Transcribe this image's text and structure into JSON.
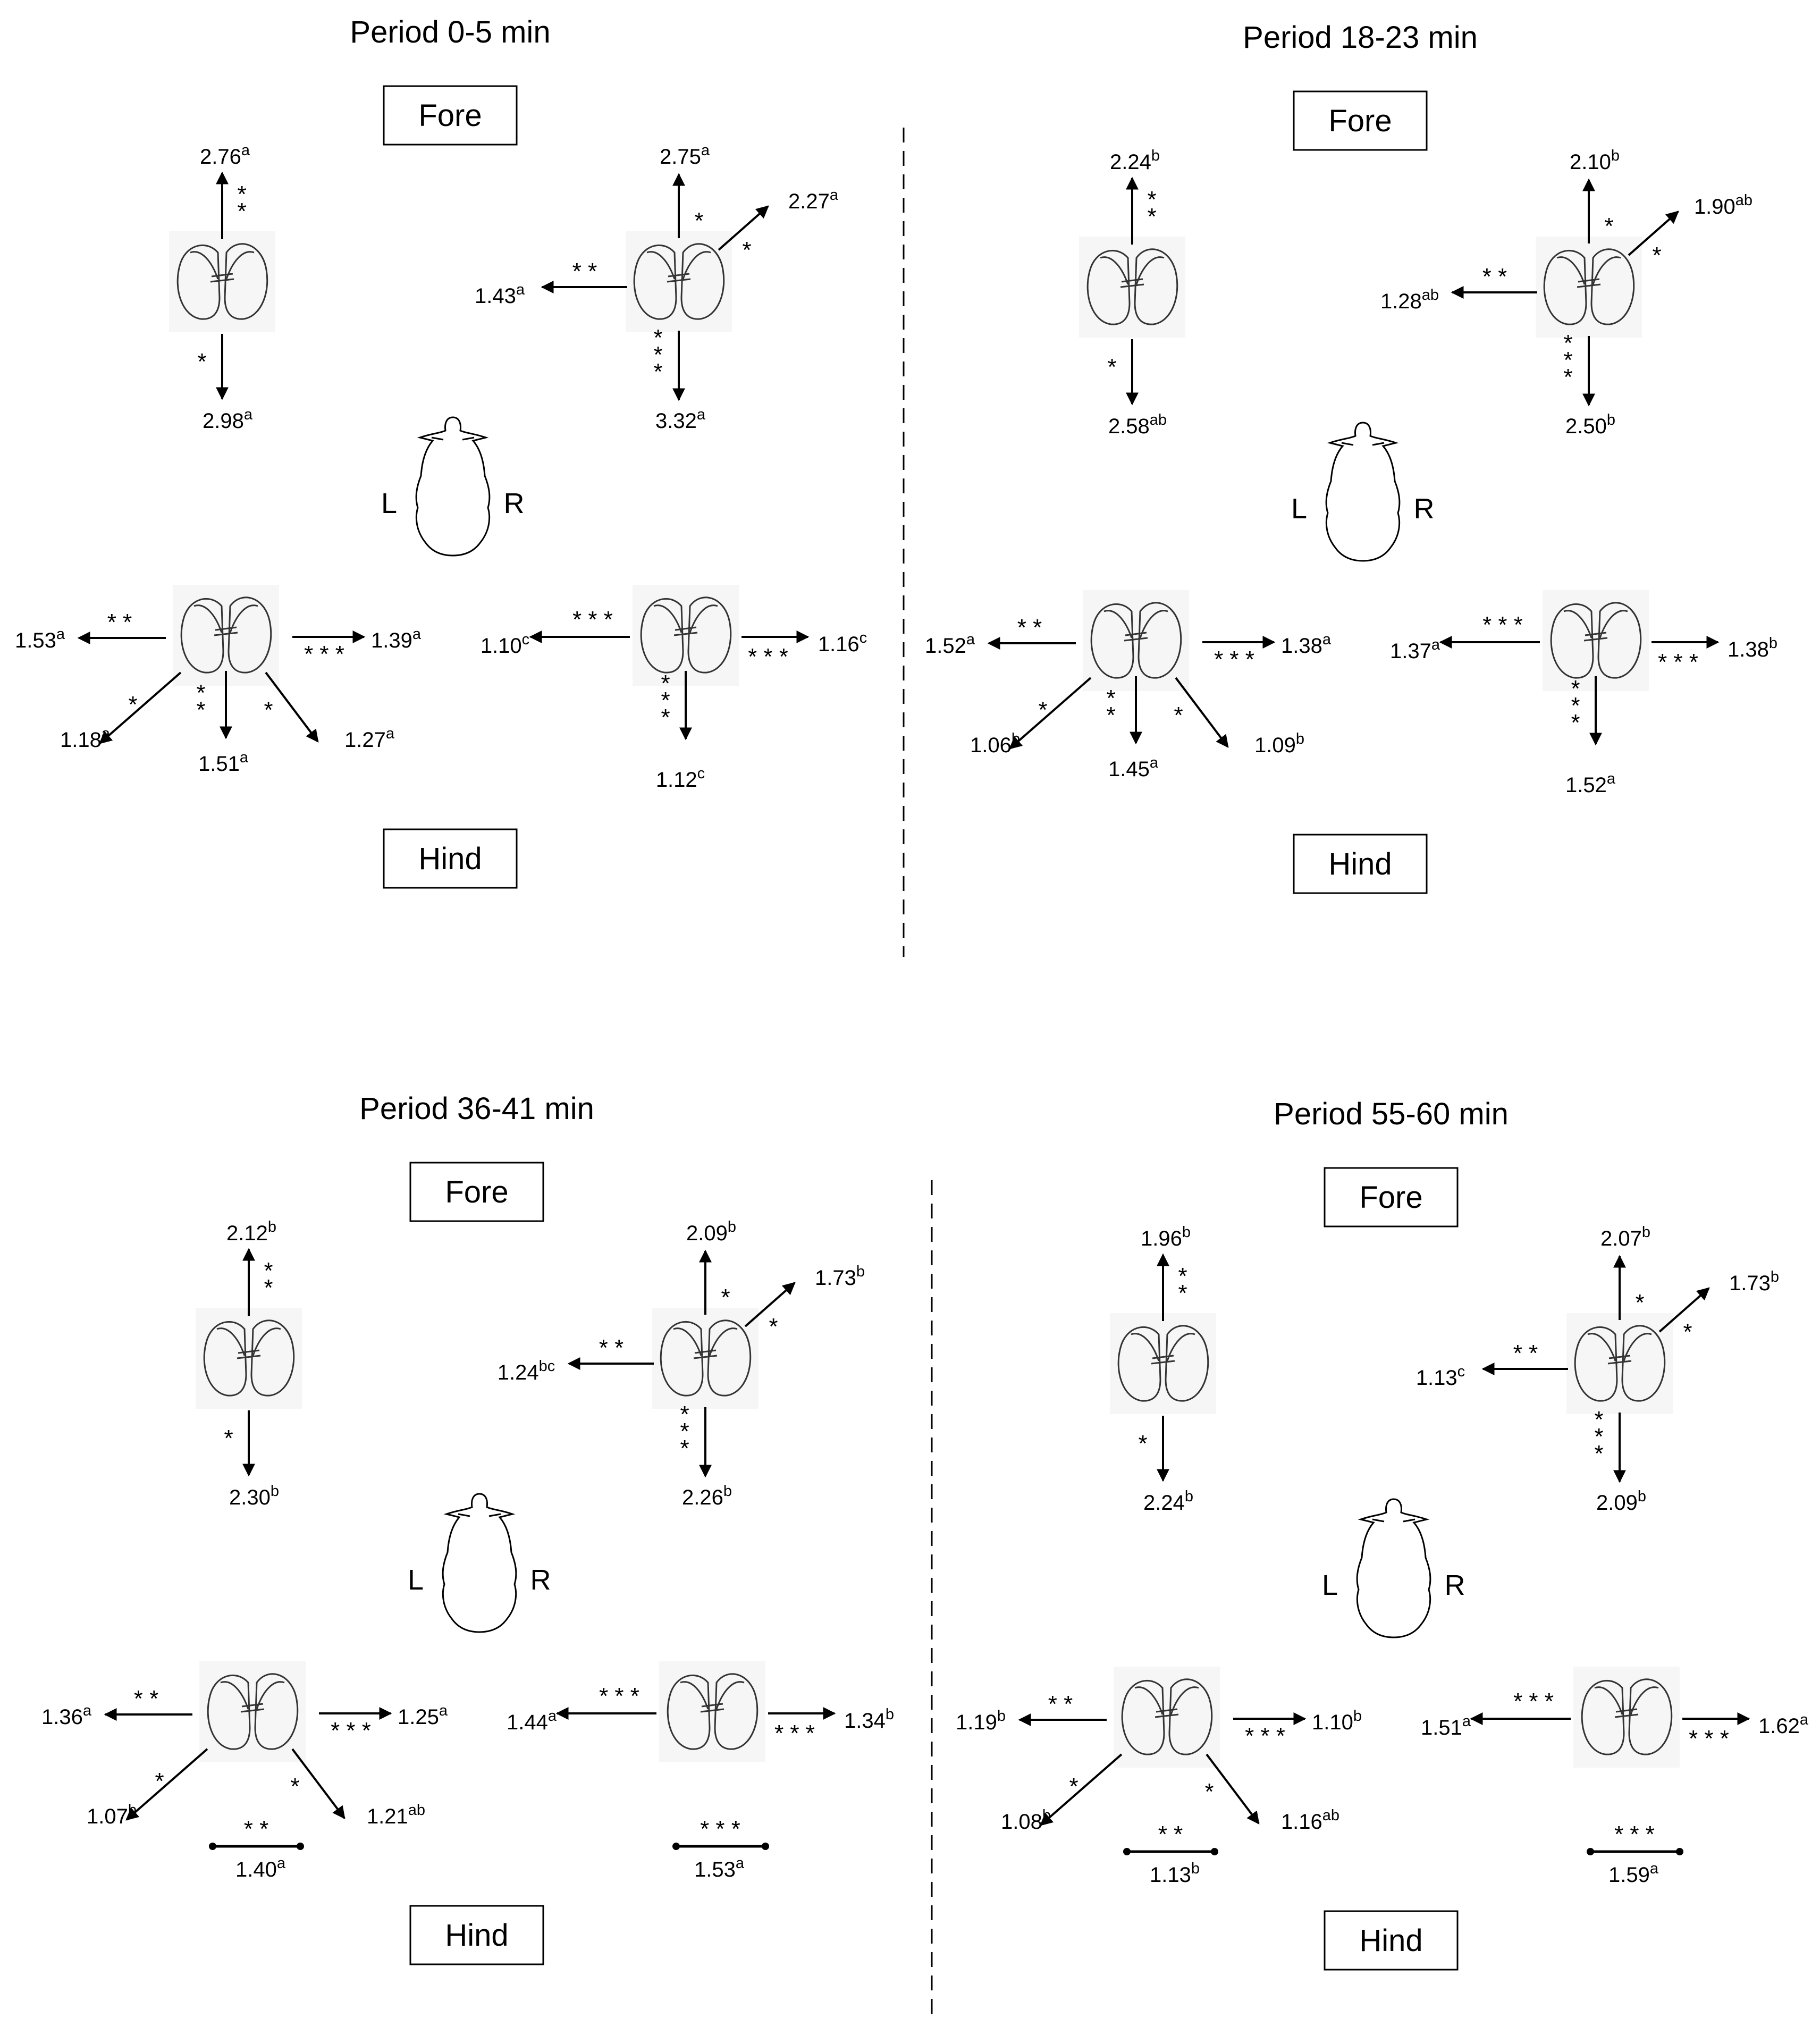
{
  "panels": [
    {
      "title": "Period 0-5 min",
      "fore_label": "Fore",
      "hind_label": "Hind",
      "left_label": "L",
      "right_label": "R",
      "fore_left": {
        "up": {
          "value": "2.76",
          "sup": "a",
          "stars": "* *"
        },
        "down": {
          "value": "2.98",
          "sup": "a",
          "stars": "*"
        }
      },
      "fore_right": {
        "up": {
          "value": "2.75",
          "sup": "a",
          "stars": "*"
        },
        "diag": {
          "value": "2.27",
          "sup": "a",
          "stars": "*"
        },
        "left": {
          "value": "1.43",
          "sup": "a",
          "stars": "* *"
        },
        "down": {
          "value": "3.32",
          "sup": "a",
          "stars": "* * *"
        }
      },
      "hind_left": {
        "left": {
          "value": "1.53",
          "sup": "a",
          "stars": "* *"
        },
        "right": {
          "value": "1.39",
          "sup": "a",
          "stars": "* * *"
        },
        "down_left": {
          "value": "1.18",
          "sup": "a",
          "stars": "*"
        },
        "down": {
          "value": "1.51",
          "sup": "a",
          "stars": "* *"
        },
        "down_right": {
          "value": "1.27",
          "sup": "a",
          "stars": "*"
        }
      },
      "hind_right": {
        "left": {
          "value": "1.10",
          "sup": "c",
          "stars": "* * *"
        },
        "right": {
          "value": "1.16",
          "sup": "c",
          "stars": "* * *"
        },
        "down": {
          "value": "1.12",
          "sup": "c",
          "stars": "* * *"
        }
      }
    },
    {
      "title": "Period 18-23 min",
      "fore_label": "Fore",
      "hind_label": "Hind",
      "left_label": "L",
      "right_label": "R",
      "fore_left": {
        "up": {
          "value": "2.24",
          "sup": "b",
          "stars": "* *"
        },
        "down": {
          "value": "2.58",
          "sup": "ab",
          "stars": "*"
        }
      },
      "fore_right": {
        "up": {
          "value": "2.10",
          "sup": "b",
          "stars": "*"
        },
        "diag": {
          "value": "1.90",
          "sup": "ab",
          "stars": "*"
        },
        "left": {
          "value": "1.28",
          "sup": "ab",
          "stars": "* *"
        },
        "down": {
          "value": "2.50",
          "sup": "b",
          "stars": "* * *"
        }
      },
      "hind_left": {
        "left": {
          "value": "1.52",
          "sup": "a",
          "stars": "* *"
        },
        "right": {
          "value": "1.38",
          "sup": "a",
          "stars": "* * *"
        },
        "down_left": {
          "value": "1.06",
          "sup": "b",
          "stars": "*"
        },
        "down": {
          "value": "1.45",
          "sup": "a",
          "stars": "* *"
        },
        "down_right": {
          "value": "1.09",
          "sup": "b",
          "stars": "*"
        }
      },
      "hind_right": {
        "left": {
          "value": "1.37",
          "sup": "a",
          "stars": "* * *"
        },
        "right": {
          "value": "1.38",
          "sup": "b",
          "stars": "* * *"
        },
        "down": {
          "value": "1.52",
          "sup": "a",
          "stars": "* * *"
        }
      }
    },
    {
      "title": "Period 36-41 min",
      "fore_label": "Fore",
      "hind_label": "Hind",
      "left_label": "L",
      "right_label": "R",
      "fore_left": {
        "up": {
          "value": "2.12",
          "sup": "b",
          "stars": "* *"
        },
        "down": {
          "value": "2.30",
          "sup": "b",
          "stars": "*"
        }
      },
      "fore_right": {
        "up": {
          "value": "2.09",
          "sup": "b",
          "stars": "*"
        },
        "diag": {
          "value": "1.73",
          "sup": "b",
          "stars": "*"
        },
        "left": {
          "value": "1.24",
          "sup": "bc",
          "stars": "* *"
        },
        "down": {
          "value": "2.26",
          "sup": "b",
          "stars": "* * *"
        }
      },
      "hind_left": {
        "left": {
          "value": "1.36",
          "sup": "a",
          "stars": "* *"
        },
        "right": {
          "value": "1.25",
          "sup": "a",
          "stars": "* * *"
        },
        "down_left": {
          "value": "1.07",
          "sup": "b",
          "stars": "*"
        },
        "down_right": {
          "value": "1.21",
          "sup": "ab",
          "stars": "*"
        },
        "bar": {
          "value": "1.40",
          "sup": "a",
          "stars": "* *"
        }
      },
      "hind_right": {
        "left": {
          "value": "1.44",
          "sup": "a",
          "stars": "* * *"
        },
        "right": {
          "value": "1.34",
          "sup": "b",
          "stars": "* * *"
        },
        "bar": {
          "value": "1.53",
          "sup": "a",
          "stars": "* * *"
        }
      }
    },
    {
      "title": "Period 55-60 min",
      "fore_label": "Fore",
      "hind_label": "Hind",
      "left_label": "L",
      "right_label": "R",
      "fore_left": {
        "up": {
          "value": "1.96",
          "sup": "b",
          "stars": "* *"
        },
        "down": {
          "value": "2.24",
          "sup": "b",
          "stars": "*"
        }
      },
      "fore_right": {
        "up": {
          "value": "2.07",
          "sup": "b",
          "stars": "*"
        },
        "diag": {
          "value": "1.73",
          "sup": "b",
          "stars": "*"
        },
        "left": {
          "value": "1.13",
          "sup": "c",
          "stars": "* *"
        },
        "down": {
          "value": "2.09",
          "sup": "b",
          "stars": "* * *"
        }
      },
      "hind_left": {
        "left": {
          "value": "1.19",
          "sup": "b",
          "stars": "* *"
        },
        "right": {
          "value": "1.10",
          "sup": "b",
          "stars": "* * *"
        },
        "down_left": {
          "value": "1.08",
          "sup": "b",
          "stars": "*"
        },
        "down_right": {
          "value": "1.16",
          "sup": "ab",
          "stars": "*"
        },
        "bar": {
          "value": "1.13",
          "sup": "b",
          "stars": "* *"
        }
      },
      "hind_right": {
        "left": {
          "value": "1.51",
          "sup": "a",
          "stars": "* * *"
        },
        "right": {
          "value": "1.62",
          "sup": "a",
          "stars": "* * *"
        },
        "bar": {
          "value": "1.59",
          "sup": "a",
          "stars": "* * *"
        }
      }
    }
  ],
  "icons": {
    "hoof": "cloven-hoof-icon",
    "animal": "animal-top-view-icon"
  }
}
